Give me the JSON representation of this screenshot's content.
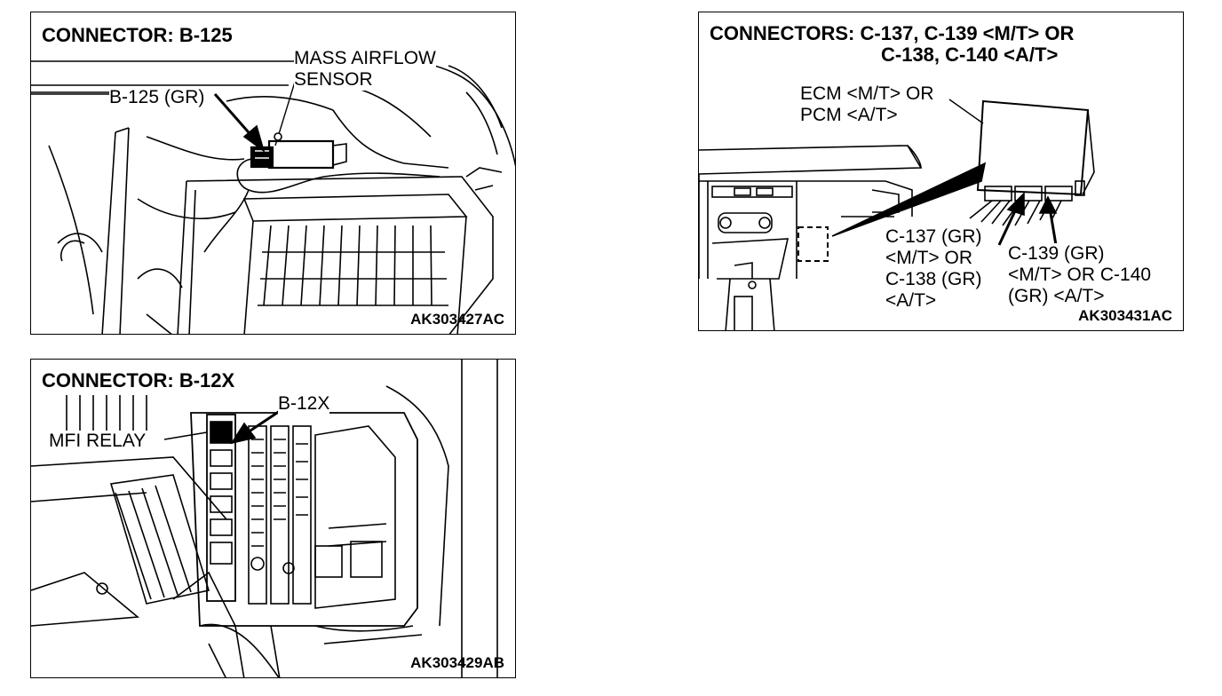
{
  "panels": {
    "b125": {
      "title": "CONNECTOR: B-125",
      "callout_connector": "B-125 (GR)",
      "callout_sensor_1": "MASS AIRFLOW",
      "callout_sensor_2": "SENSOR",
      "code": "AK303427AC"
    },
    "b12x": {
      "title": "CONNECTOR: B-12X",
      "callout_connector": "B-12X",
      "callout_relay": "MFI RELAY",
      "code": "AK303429AB"
    },
    "c137": {
      "title_line1": "CONNECTORS: C-137, C-139 <M/T> OR",
      "title_line2": "C-138, C-140 <A/T>",
      "ecm_line1": "ECM <M/T> OR",
      "ecm_line2": "PCM <A/T>",
      "left_line1": "C-137 (GR)",
      "left_line2": "<M/T> OR",
      "left_line3": "C-138 (GR)",
      "left_line4": "<A/T>",
      "right_line1": "C-139 (GR)",
      "right_line2": "<M/T> OR C-140",
      "right_line3": "(GR) <A/T>",
      "code": "AK303431AC"
    }
  }
}
